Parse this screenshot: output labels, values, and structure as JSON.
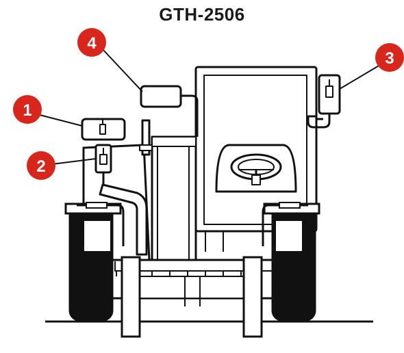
{
  "title": "GTH-2506",
  "callouts": [
    {
      "number": "1"
    },
    {
      "number": "2"
    },
    {
      "number": "3"
    },
    {
      "number": "4"
    }
  ],
  "colors": {
    "callout": "#d9261c",
    "line": "#111111",
    "tire": "#111111",
    "background": "#ffffff"
  }
}
